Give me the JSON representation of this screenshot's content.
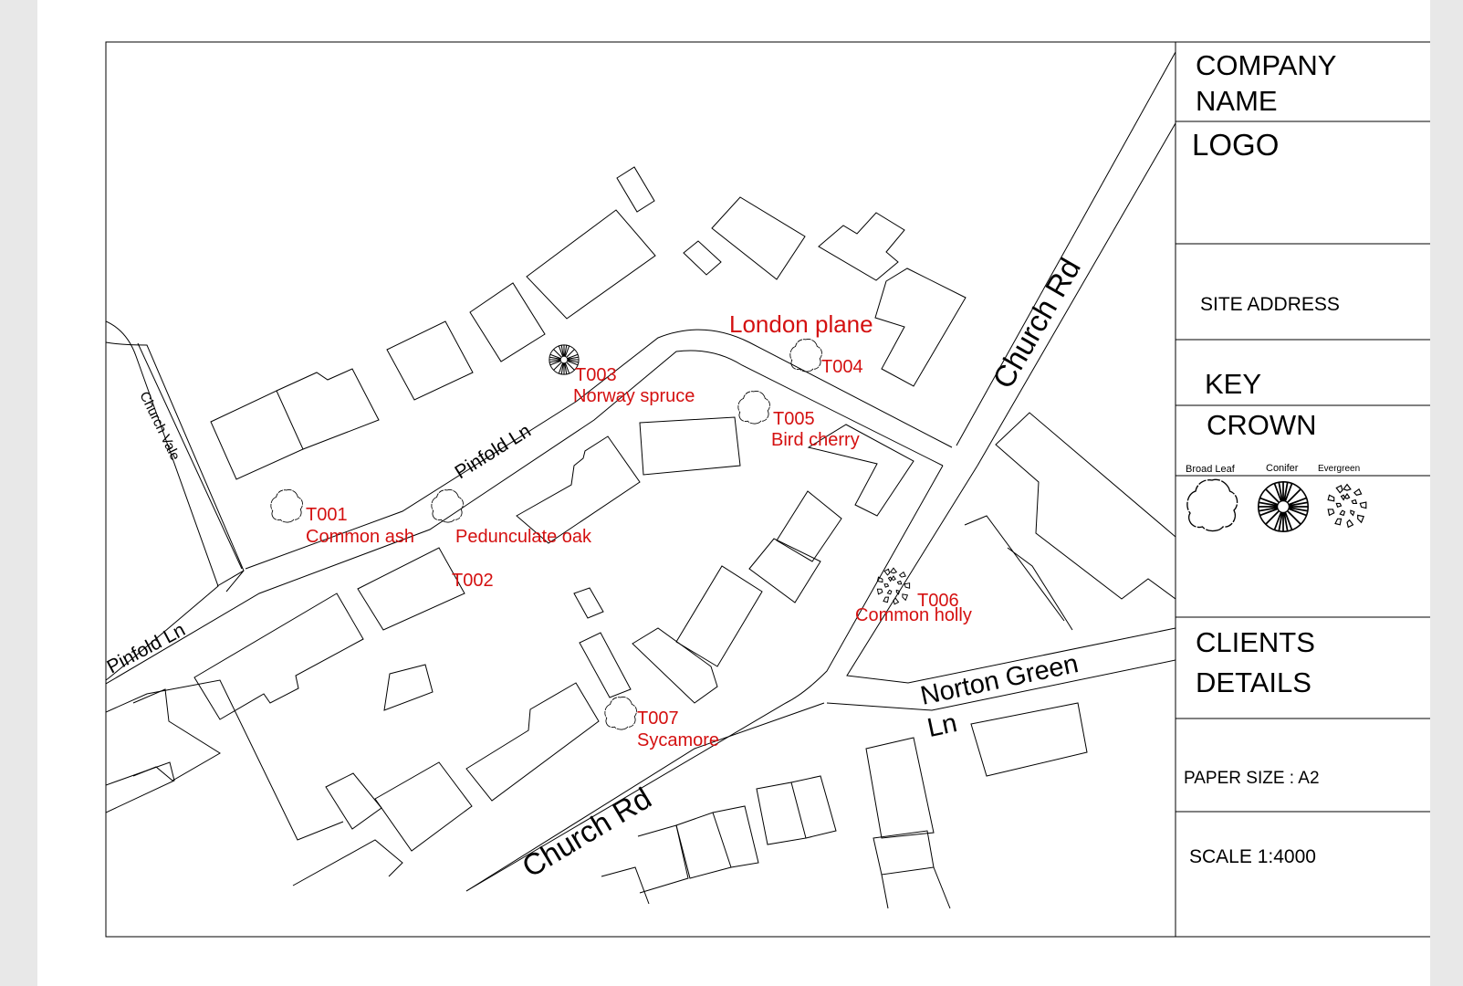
{
  "title_block": {
    "company_name": [
      "COMPANY",
      "NAME"
    ],
    "logo": "LOGO",
    "site_address": "SITE ADDRESS",
    "key": "KEY",
    "crown": "CROWN",
    "legend": [
      {
        "label": "Broad Leaf",
        "icon": "broadleaf-tree-icon"
      },
      {
        "label": "Conifer",
        "icon": "conifer-tree-icon"
      },
      {
        "label": "Evergreen",
        "icon": "evergreen-tree-icon"
      }
    ],
    "clients_details": [
      "CLIENTS",
      "DETAILS"
    ],
    "paper_size": "PAPER SIZE : A2",
    "scale": "SCALE 1:4000"
  },
  "map": {
    "roads": [
      {
        "id": "church-vale",
        "label": "Church Vale"
      },
      {
        "id": "pinfold-ln-upper",
        "label": "Pinfold Ln"
      },
      {
        "id": "pinfold-ln-lower",
        "label": "Pinfold Ln"
      },
      {
        "id": "church-rd-upper",
        "label": "Church Rd"
      },
      {
        "id": "church-rd-lower",
        "label": "Church Rd"
      },
      {
        "id": "norton-green-ln",
        "label": [
          "Norton Green",
          "Ln"
        ]
      }
    ],
    "heading": "London plane",
    "trees": [
      {
        "id": "T001",
        "species": "Common ash",
        "type": "broadleaf"
      },
      {
        "id": "T002",
        "species": "Pedunculate oak",
        "type": "broadleaf"
      },
      {
        "id": "T003",
        "species": "Norway spruce",
        "type": "conifer"
      },
      {
        "id": "T004",
        "species": "",
        "type": "broadleaf"
      },
      {
        "id": "T005",
        "species": "Bird cherry",
        "type": "broadleaf"
      },
      {
        "id": "T006",
        "species": "Common holly",
        "type": "evergreen"
      },
      {
        "id": "T007",
        "species": "Sycamore",
        "type": "broadleaf"
      }
    ]
  },
  "colors": {
    "tree_label": "#d41010",
    "line": "#000000",
    "page_bg": "#e8e8e8"
  }
}
